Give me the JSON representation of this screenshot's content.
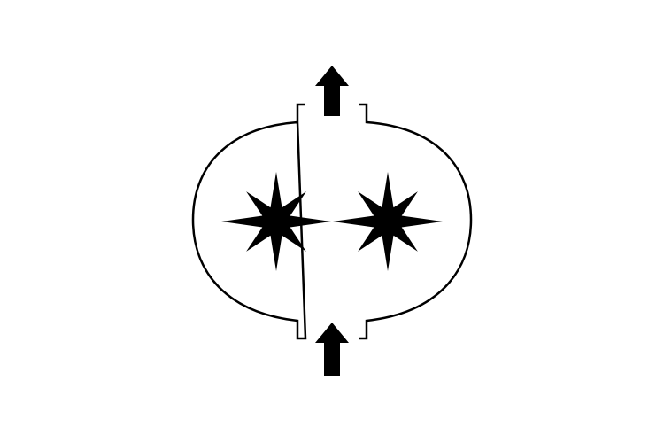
{
  "symbol": {
    "icon": "lobe-pump-symbol-icon",
    "description_visible_text": ""
  },
  "colors": {
    "background": "#ffffff",
    "stroke": "#000000",
    "fill": "#000000"
  },
  "elements": {
    "rotors": [
      {
        "icon": "rotor-star-icon",
        "points": 8
      },
      {
        "icon": "rotor-star-icon",
        "points": 8
      }
    ],
    "arrows": [
      {
        "icon": "arrow-up-icon",
        "role": "outlet"
      },
      {
        "icon": "arrow-up-icon",
        "role": "inlet"
      }
    ]
  }
}
